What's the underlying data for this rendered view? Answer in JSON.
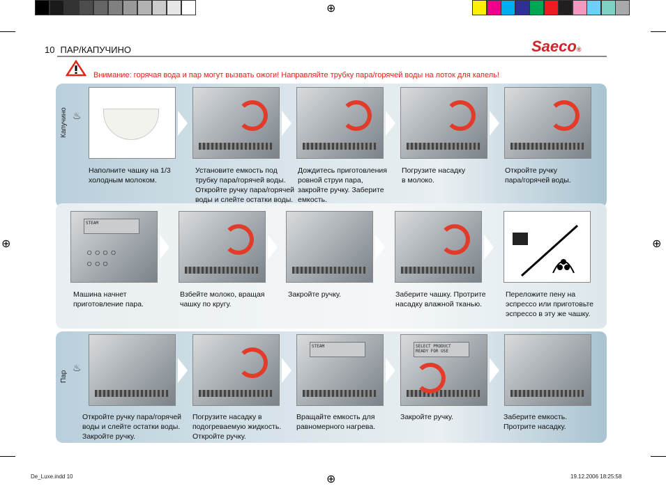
{
  "header": {
    "page_number": "10",
    "title": "ПАР/КАПУЧИНО",
    "logo": "Saeco",
    "logo_mark": "®"
  },
  "warning": "Внимание: горячая вода и пар могут вызвать ожоги! Направляйте трубку пара/горячей воды на лоток для капель!",
  "colors": {
    "warning": "#e2231a",
    "logo": "#d2232a",
    "band": "#b9cfdb"
  },
  "gray_swatches": [
    "#000000",
    "#1a1a1a",
    "#333333",
    "#4d4d4d",
    "#666666",
    "#808080",
    "#999999",
    "#b3b3b3",
    "#cccccc",
    "#e6e6e6",
    "#ffffff"
  ],
  "color_swatches": [
    "#fff200",
    "#ec008c",
    "#00aeef",
    "#2e3192",
    "#00a651",
    "#ed1c24",
    "#231f20",
    "#f49ac1",
    "#6dcff6",
    "#7fd1c4",
    "#a7a9ac"
  ],
  "sections": {
    "cappuccino": "Капучино",
    "steam": "Пар"
  },
  "row1": [
    "Наполните чашку на 1/3\nхолодным молоком.",
    "Установите емкость под\nтрубку пара/горячей воды.\nОткройте ручку пара/горячей\nводы и слейте остатки воды.",
    "Дождитесь приготовления\nровной струи пара,\nзакройте ручку. Заберите\nемкость.",
    "Погрузите насадку\nв молоко.",
    "Откройте ручку\nпара/горячей воды."
  ],
  "row2": [
    "Машина начнет\nприготовление пара.",
    "Взбейте молоко, вращая\nчашку по кругу.",
    "Закройте ручку.",
    "Заберите чашку. Протрите\nнасадку влажной тканью.",
    "Переложите пену на\nэспрессо или приготовьте\nэспрессо в эту же чашку."
  ],
  "row3": [
    "Откройте ручку пара/горячей\nводы и слейте остатки воды.\nЗакройте ручку.",
    "Погрузите насадку в\nподогреваемую жидкость.\nОткройте ручку.",
    "Вращайте емкость для\nравномерного нагрева.",
    "Закройте ручку.",
    "Заберите емкость.\nПротрите насадку."
  ],
  "displays": {
    "steam": "STEAM",
    "select": "SELECT PRODUCT\nREADY FOR USE"
  },
  "footer": {
    "file": "De_Luxe.indd   10",
    "datetime": "19.12.2006   18:25:58"
  }
}
